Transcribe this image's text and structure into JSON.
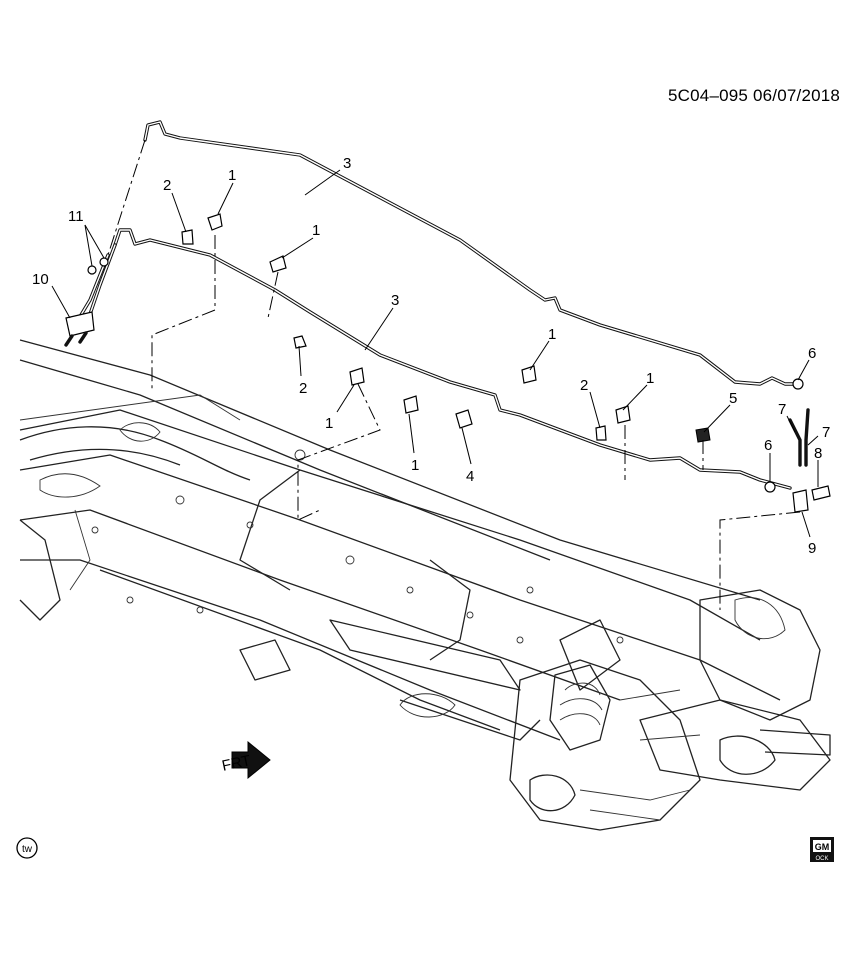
{
  "diagram_code": "5C04–095  06/07/2018",
  "front_label": "FRT",
  "tw_label": "tw",
  "gm_logo": {
    "line1": "GM",
    "line2": "OCK"
  },
  "callouts": {
    "c1a": "1",
    "c1b": "1",
    "c1c": "1",
    "c1d": "1",
    "c1e": "1",
    "c1f": "1",
    "c2a": "2",
    "c2b": "2",
    "c2c": "2",
    "c3a": "3",
    "c3b": "3",
    "c4": "4",
    "c5": "5",
    "c6a": "6",
    "c6b": "6",
    "c7a": "7",
    "c7b": "7",
    "c8": "8",
    "c9": "9",
    "c10": "10",
    "c11": "11"
  }
}
